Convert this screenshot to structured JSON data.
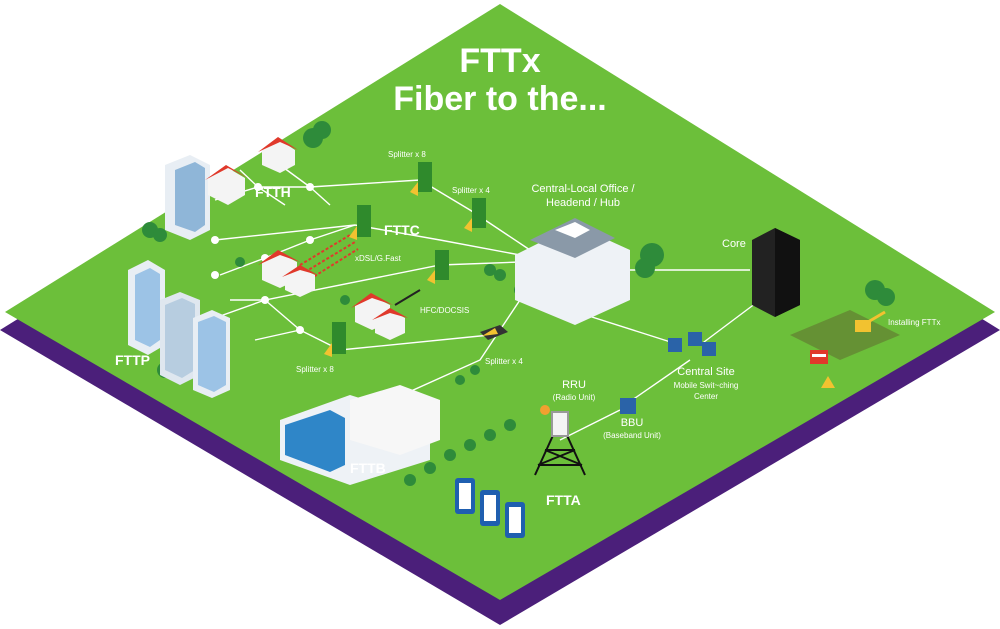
{
  "title": {
    "line1": "FTTx",
    "line2": "Fiber to the..."
  },
  "labels": {
    "ftth": "FTTH",
    "fttc": "FTTC",
    "fttp": "FTTP",
    "fttb": "FTTB",
    "ftta": "FTTA",
    "splitter_8_top": "Splitter x 8",
    "splitter_4_top": "Splitter x 4",
    "splitter_8_bottom": "Splitter x 8",
    "splitter_4_bottom": "Splitter x 4",
    "xdsl": "xDSL/G.Fast",
    "hfc": "HFC/DOCSIS",
    "central_office_line1": "Central-Local Office /",
    "central_office_line2": "Headend / Hub",
    "core": "Core",
    "central_site": "Central Site",
    "msc_line1": "Mobile Swit~ching",
    "msc_line2": "Center",
    "rru": "RRU",
    "rru_sub": "(Radio Unit)",
    "bbu": "BBU",
    "bbu_sub": "(Baseband Unit)",
    "installing": "Installing FTTx"
  },
  "colors": {
    "board_green": "#6cbf3a",
    "board_purple": "#4b1f7a",
    "fiber_line": "#ffffff",
    "roof_red": "#e0392b",
    "splitter_green": "#2f8a2c",
    "splitter_yellow": "#f2c230",
    "tree_green": "#2e8b3a",
    "building_blue": "#cfe3f2",
    "core_black": "#222222",
    "copper_dash": "#e0392b"
  },
  "icons": [
    "houses",
    "apartment-buildings",
    "office-buildings",
    "splitter-box",
    "server-rack",
    "cell-tower",
    "mobile-phone",
    "network-node",
    "construction-excavator",
    "tree"
  ]
}
